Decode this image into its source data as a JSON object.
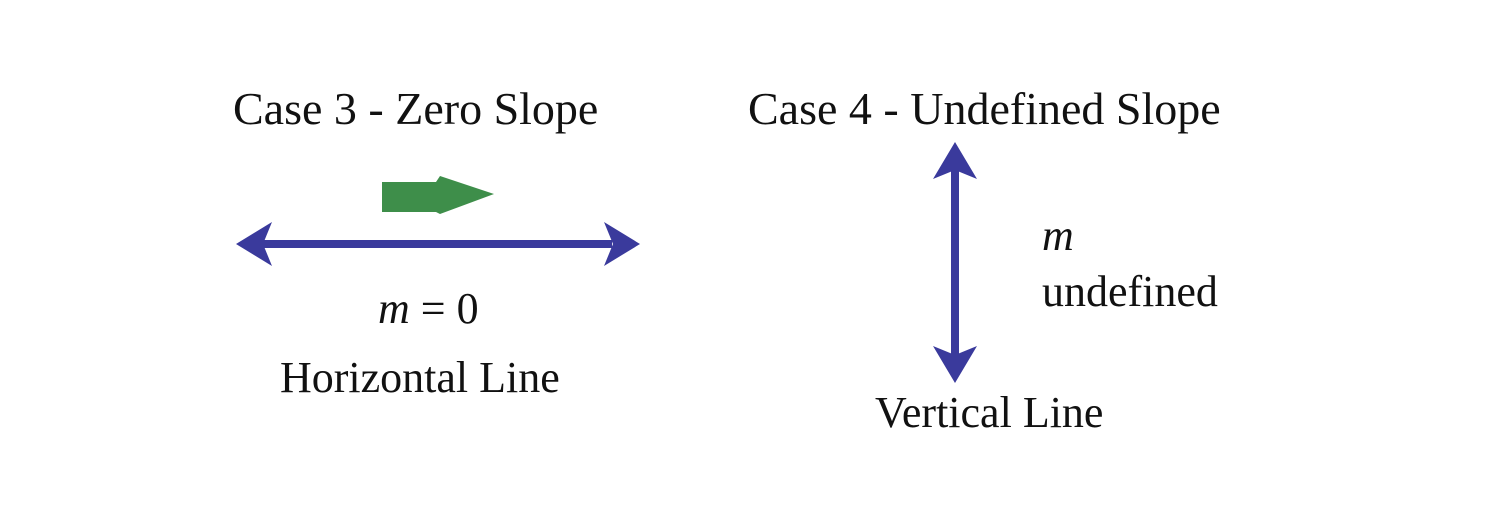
{
  "case3": {
    "title": "Case 3 - Zero Slope",
    "slope_symbol": "m",
    "slope_value": " = 0",
    "line_label": "Horizontal Line"
  },
  "case4": {
    "title": "Case 4 - Undefined Slope",
    "slope_symbol": "m",
    "slope_text": "undefined",
    "line_label": "Vertical Line"
  },
  "colors": {
    "line": "#3a3a9c",
    "direction_arrow": "#3e8e4a"
  },
  "icons": {
    "direction": "right-arrow-icon",
    "horizontal": "double-headed-horizontal-arrow-icon",
    "vertical": "double-headed-vertical-arrow-icon"
  }
}
